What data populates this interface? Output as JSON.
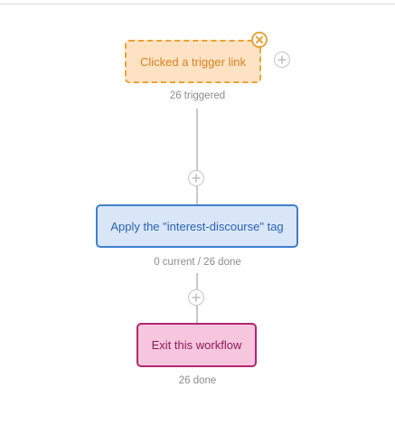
{
  "workflow": {
    "trigger": {
      "label": "Clicked a trigger link",
      "stat": "26 triggered",
      "color": "#e8a33a"
    },
    "action": {
      "label": "Apply the \"interest-discourse\" tag",
      "stat": "0 current / 26 done",
      "color": "#3f7fcc"
    },
    "exit": {
      "label": "Exit this workflow",
      "stat": "26 done",
      "color": "#b3276f"
    }
  },
  "icons": {
    "remove": "close-circle-icon",
    "add": "plus-circle-icon"
  }
}
